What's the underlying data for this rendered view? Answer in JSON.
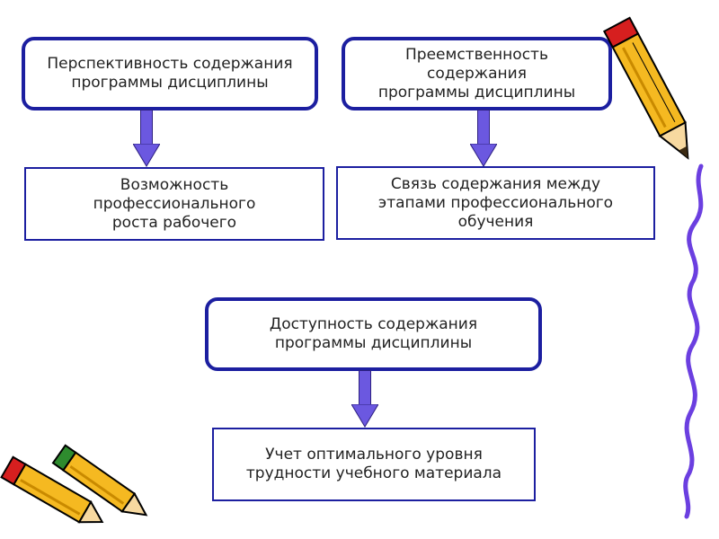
{
  "diagram": {
    "boxes": {
      "perspective": "Перспективность содержания\nпрограммы дисциплины",
      "continuity": "Преемственность\nсодержания\nпрограммы дисциплины",
      "growth": "Возможность\nпрофессионального\nроста рабочего",
      "link": "Связь содержания между\nэтапами профессионального\nобучения",
      "accessibility": "Доступность содержания\nпрограммы дисциплины",
      "difficulty": "Учет оптимального уровня\nтрудности учебного материала"
    }
  },
  "colors": {
    "box_border": "#1c1fa0",
    "arrow_fill": "#6b58e0",
    "squiggle": "#6b3fe0",
    "pencil_body": "#f5b921",
    "pencil_tip": "#d61f1f"
  },
  "icons": [
    "pencil-icon",
    "pencil-icon",
    "pencil-icon",
    "squiggle-line"
  ]
}
